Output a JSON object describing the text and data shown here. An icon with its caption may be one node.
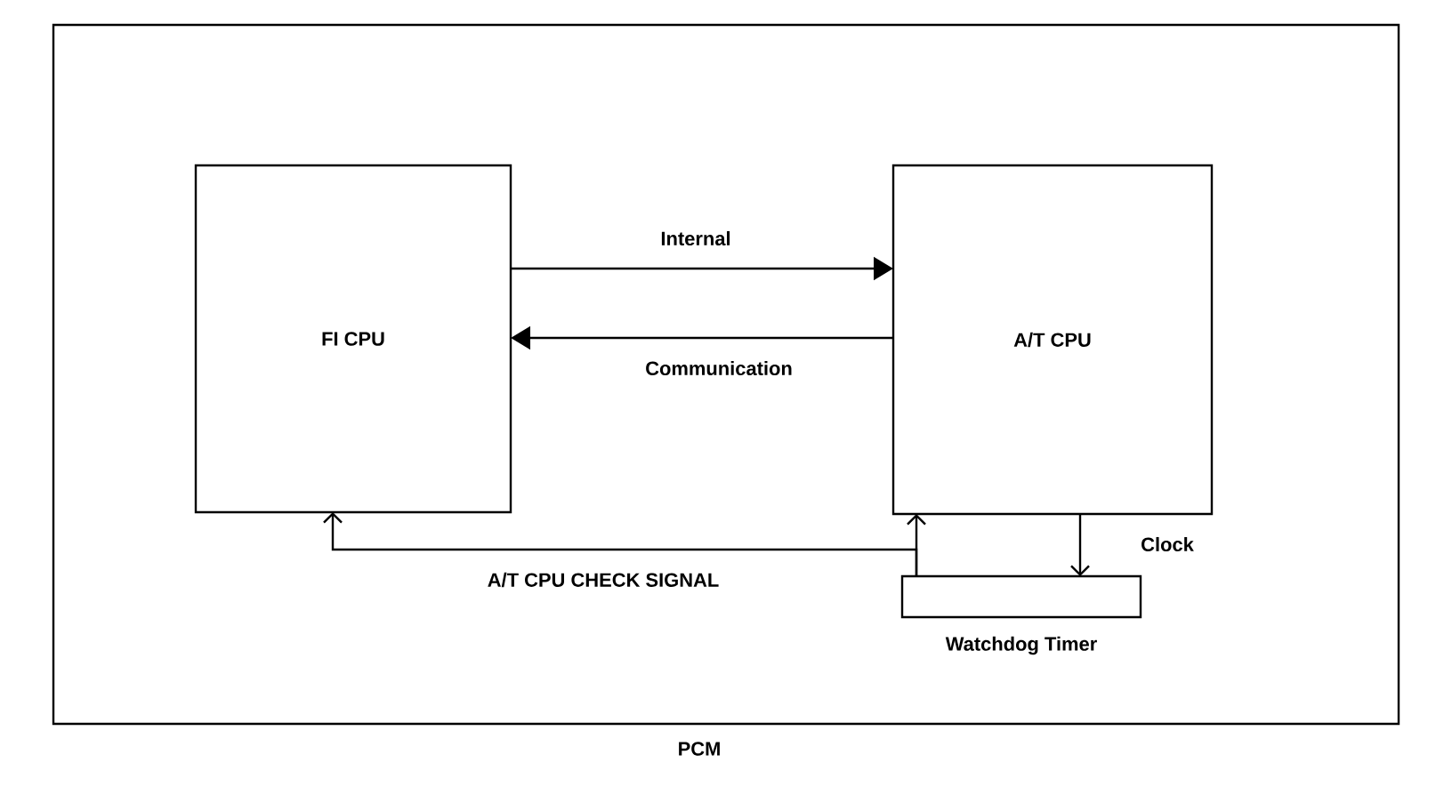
{
  "diagram": {
    "nodes": [
      {
        "text": [
          "PCM"
        ]
      },
      {
        "text": [
          "FI CPU"
        ],
        "in": 0
      },
      {
        "text": [
          "A/T CPU"
        ],
        "in": 0
      },
      {
        "text": [
          "Watchdog Timer"
        ],
        "in": 0
      }
    ],
    "edges": [
      {
        "from": 1,
        "to": 2,
        "arrow": "to",
        "label": "Internal"
      },
      {
        "from": 2,
        "to": 1,
        "arrow": "to",
        "label": "Communication"
      },
      {
        "from": 2,
        "to": 3,
        "arrow": "to",
        "label": "Clock"
      },
      {
        "from": 3,
        "to": 2,
        "arrow": "to"
      },
      {
        "from": 3,
        "to": 1,
        "arrow": "to",
        "label": "A/T CPU CHECK SIGNAL"
      }
    ]
  }
}
